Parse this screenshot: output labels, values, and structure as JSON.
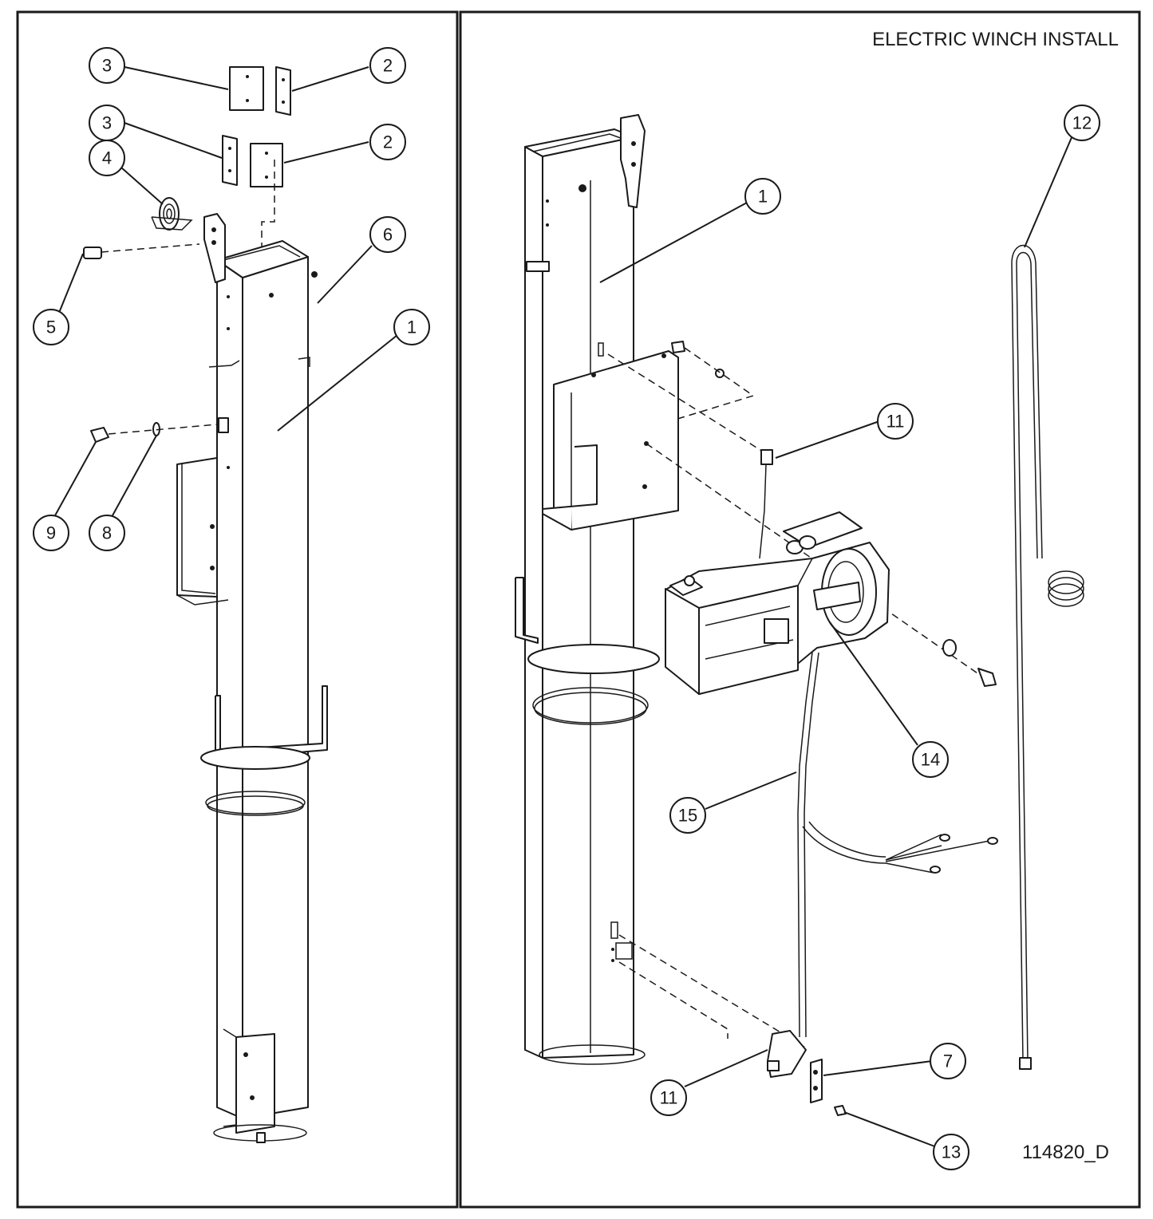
{
  "title": "ELECTRIC WINCH INSTALL",
  "drawing_number": "114820_D",
  "left_view": {
    "balloons": [
      "3",
      "2",
      "3",
      "2",
      "4",
      "6",
      "5",
      "1",
      "9",
      "8"
    ]
  },
  "right_view": {
    "balloons": [
      "12",
      "1",
      "11",
      "14",
      "15",
      "7",
      "11",
      "13"
    ]
  },
  "colors": {
    "line": "#1a1a1a",
    "background": "#ffffff"
  }
}
